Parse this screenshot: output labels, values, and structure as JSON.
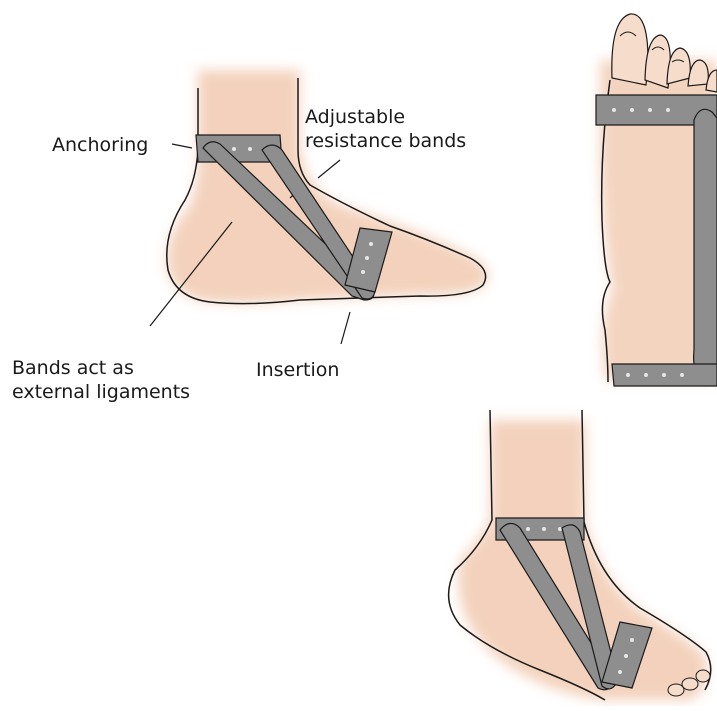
{
  "labels": {
    "anchoring": "Anchoring",
    "adjustable_line1": "Adjustable",
    "adjustable_line2": "resistance bands",
    "bands_line1": "Bands act as",
    "bands_line2": "external ligaments",
    "insertion": "Insertion"
  },
  "colors": {
    "skin": "#f2cdb5",
    "skin_shadow": "#e8b99d",
    "band": "#8e8e8e",
    "band_dark": "#6e6e6e",
    "band_dot": "#e6e6e6",
    "outline": "#1a1a1a"
  }
}
